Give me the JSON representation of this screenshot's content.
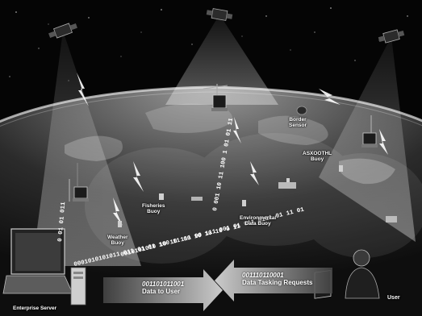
{
  "labels": {
    "border_sensor": [
      "Border",
      "Sensor"
    ],
    "asxoothl_buoy": [
      "ASXOOTHL",
      "Buoy"
    ],
    "fisheries_buoy": [
      "Fisheries",
      "Buoy"
    ],
    "environmental_buoy": [
      "Environmental",
      "Data Buoy"
    ],
    "weather_buoy": [
      "Weather",
      "Buoy"
    ],
    "enterprise_server": "Enterprise Server",
    "user": "User"
  },
  "arrows": {
    "data_to_user": {
      "code": "001101011001",
      "label": "Data to User"
    },
    "data_tasking": {
      "code": "001110110001",
      "label": "Data Tasking Requests"
    }
  },
  "binary_strings": {
    "stream_1": "0001010101011 011 01 01 100 11 00 10 10 10 0 11",
    "stream_2": "0010101010 10 10 111 00 111 001 01 011 0111 01 11 01",
    "stream_3": "0 001 10 11 100 1 01 01 11",
    "stream_4": "0 01 01 011"
  },
  "colors": {
    "space": "#050505",
    "earth_dark": "#151515",
    "earth_light": "#cfcfcf",
    "beam": "#ffffff",
    "arrow_fill": "#bdbdbd"
  }
}
